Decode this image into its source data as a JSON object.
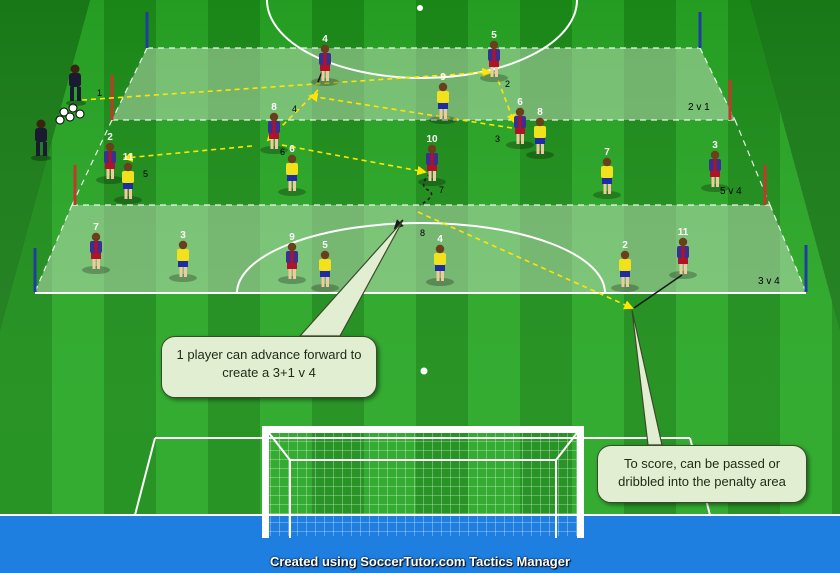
{
  "colors": {
    "grass_dark": "#1d8e1a",
    "grass_light": "#2fb82c",
    "sky": "#1f7fe0",
    "zone": "#c8d8c0",
    "home_shirt": "#3b2f8f",
    "home_accent": "#b0122a",
    "away_shirt": "#f2e21c",
    "away_shorts": "#1e2da3",
    "pass_line": "#ffe600",
    "pole_red": "#c0392b",
    "pole_blue": "#1f3fa0"
  },
  "icons": {
    "ball": "soccer-ball-icon",
    "pole": "pole-marker-icon",
    "goal": "goal-net-icon"
  },
  "zone_labels": {
    "top": "2 v 1",
    "middle": "5 v 4",
    "bottom": "3 v 4"
  },
  "players": {
    "coaches": [
      "",
      ""
    ],
    "blue": [
      {
        "number": "4"
      },
      {
        "number": "5"
      },
      {
        "number": "8"
      },
      {
        "number": "6"
      },
      {
        "number": "2"
      },
      {
        "number": "10"
      },
      {
        "number": "3"
      },
      {
        "number": "7"
      },
      {
        "number": "9"
      },
      {
        "number": "11"
      }
    ],
    "yellow": [
      {
        "number": "9"
      },
      {
        "number": "8"
      },
      {
        "number": "11"
      },
      {
        "number": "6"
      },
      {
        "number": "7"
      },
      {
        "number": "3"
      },
      {
        "number": "5"
      },
      {
        "number": "4"
      },
      {
        "number": "2"
      }
    ]
  },
  "pass_labels": [
    "1",
    "2",
    "3",
    "4",
    "5",
    "6",
    "7",
    "8"
  ],
  "callouts": {
    "left": "1 player can advance forward to create a 3+1 v 4",
    "right": "To score, can be passed or dribbled into the penalty area"
  },
  "footer": "Created using SoccerTutor.com Tactics Manager"
}
